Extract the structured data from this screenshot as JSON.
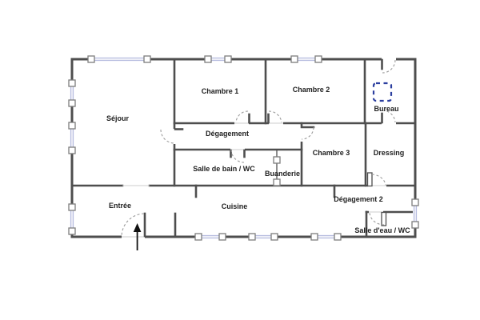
{
  "rooms": {
    "sejour": {
      "label": "Séjour"
    },
    "chambre1": {
      "label": "Chambre 1"
    },
    "chambre2": {
      "label": "Chambre 2"
    },
    "bureau": {
      "label": "Bureau"
    },
    "degagement": {
      "label": "Dégagement"
    },
    "chambre3": {
      "label": "Chambre 3"
    },
    "dressing": {
      "label": "Dressing"
    },
    "salle_de_bain": {
      "label": "Salle de bain / WC"
    },
    "buanderie": {
      "label": "Buanderie"
    },
    "entree": {
      "label": "Entrée"
    },
    "cuisine": {
      "label": "Cuisine"
    },
    "degagement2": {
      "label": "Dégagement 2"
    },
    "salle_deau": {
      "label": "Salle d'eau / WC"
    }
  },
  "colors": {
    "wall": "#4e4e4e",
    "partition": "#5e5e5e",
    "window_frame": "#7d7d7d",
    "window_glass": "#b7bddf",
    "door_arc": "#9b9b9b",
    "threshold": "#cccccc",
    "skylight": "#2c3f9f",
    "text": "#1f1f1f",
    "arrow": "#111111"
  }
}
